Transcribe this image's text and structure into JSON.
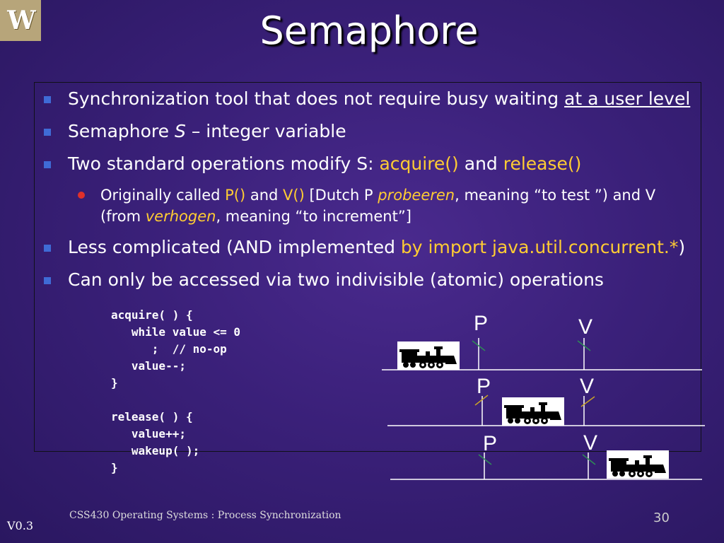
{
  "logo": {
    "letter": "W"
  },
  "title": "Semaphore",
  "bullets": [
    {
      "text": "Synchronization tool that does not require busy waiting ",
      "underlined": "at a user level"
    },
    {
      "before": "Semaphore ",
      "italic": "S",
      "after": " – integer variable"
    },
    {
      "before": "Two standard operations modify S: ",
      "op1": "acquire()",
      "mid": " and ",
      "op2": "release()"
    },
    {
      "before": "Originally called ",
      "p": "P()",
      "and": " and ",
      "v": "V()",
      "dutch": " [Dutch P ",
      "probeeren": "probeeren",
      "test": ", meaning “to test ”) and V",
      "line2a": "(from ",
      "verhogen": "verhogen",
      "line2b": ", meaning  “to increment”]"
    },
    {
      "before": "Less complicated (AND implemented ",
      "highlight": "by import java.util.concurrent.*",
      "after": ")"
    },
    {
      "text": "Can only be accessed via two indivisible (atomic) operations"
    }
  ],
  "code": "acquire( ) {\n   while value <= 0\n      ;  // no-op\n   value--;\n}\n\nrelease( ) {\n   value++;\n   wakeup( );\n}",
  "diagram": {
    "rows": [
      {
        "p": "P",
        "v": "V"
      },
      {
        "p": "P",
        "v": "V"
      },
      {
        "p": "P",
        "v": "V"
      }
    ],
    "icons": [
      "train-icon",
      "train-icon",
      "train-icon"
    ]
  },
  "footer": "CSS430 Operating Systems : Process Synchronization",
  "page_number": "30",
  "version": "V0.3",
  "colors": {
    "background": "#3a2079",
    "highlight": "#ffcc33",
    "bullet_square": "#3f6bd6",
    "bullet_dot": "#e0302a",
    "logo": "#b7a57a"
  }
}
